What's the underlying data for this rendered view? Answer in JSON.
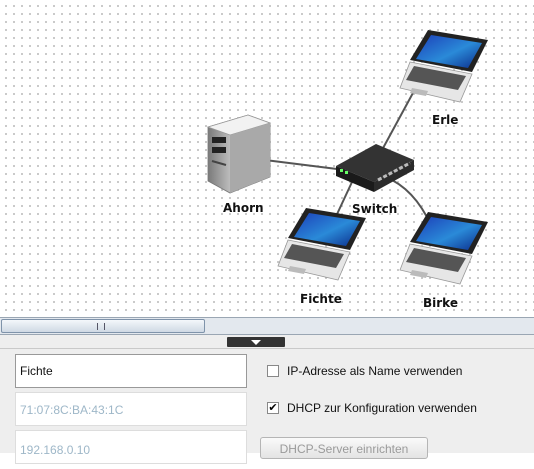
{
  "network": {
    "nodes": {
      "erle": "Erle",
      "ahorn": "Ahorn",
      "switch": "Switch",
      "fichte": "Fichte",
      "birke": "Birke"
    }
  },
  "properties": {
    "name_value": "Fichte",
    "mac_value": "71:07:8C:BA:43:1C",
    "ip_value": "192.168.0.10",
    "ip_as_name_label": "IP-Adresse als Name verwenden",
    "ip_as_name_checked": false,
    "dhcp_label": "DHCP zur Konfiguration verwenden",
    "dhcp_checked": true,
    "dhcp_mark": "✔",
    "dhcp_server_button": "DHCP-Server einrichten"
  }
}
